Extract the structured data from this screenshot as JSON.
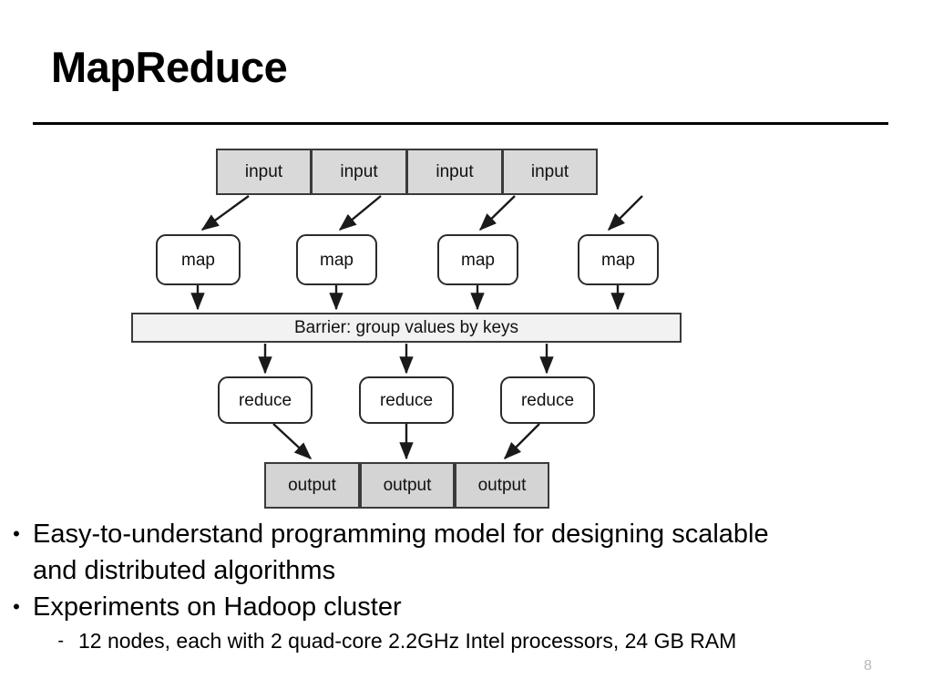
{
  "slide": {
    "title": "MapReduce",
    "number": "8"
  },
  "diagram": {
    "inputs": [
      "input",
      "input",
      "input",
      "input"
    ],
    "maps": [
      "map",
      "map",
      "map",
      "map"
    ],
    "barrier": "Barrier: group values by keys",
    "reduces": [
      "reduce",
      "reduce",
      "reduce"
    ],
    "outputs": [
      "output",
      "output",
      "output"
    ]
  },
  "bullets": [
    {
      "marker": "•",
      "text": "Easy-to-understand programming model for designing scalable and distributed algorithms"
    },
    {
      "marker": "•",
      "text": "Experiments on Hadoop cluster"
    }
  ],
  "sub_bullets": [
    {
      "marker": "-",
      "text": "12 nodes, each with 2 quad-core 2.2GHz Intel processors, 24 GB RAM"
    }
  ],
  "colors": {
    "input_fill": "#d9d9d9",
    "output_fill": "#d4d4d4",
    "barrier_fill": "#f2f2f2",
    "stroke": "#3a3a3a",
    "rule": "#000000",
    "slide_number": "#b8b8b8"
  }
}
